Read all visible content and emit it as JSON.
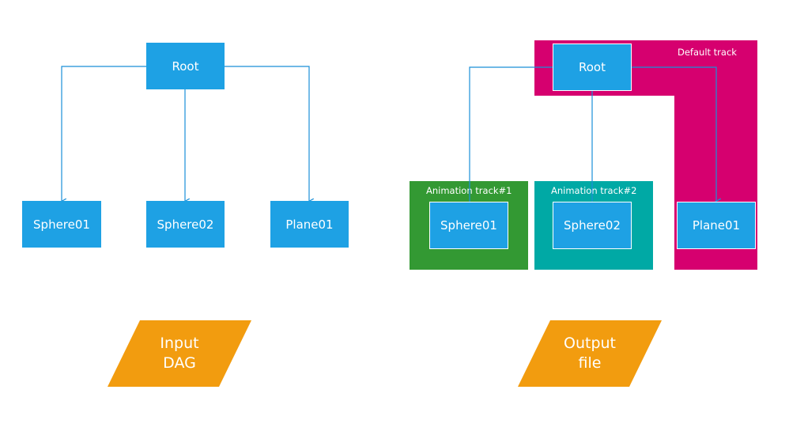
{
  "colors": {
    "node_blue": "#1ea1e4",
    "connector_blue": "#1a8fd8",
    "default_track_magenta": "#d6006f",
    "animation_track1_green": "#339933",
    "animation_track2_teal": "#00a9a5",
    "io_orange": "#f29c0f"
  },
  "input_dag": {
    "root": "Root",
    "children": [
      "Sphere01",
      "Sphere02",
      "Plane01"
    ],
    "shape_label_line1": "Input",
    "shape_label_line2": "DAG"
  },
  "output_file": {
    "root": "Root",
    "default_track_label": "Default track",
    "animation_track_1_label": "Animation track#1",
    "animation_track_2_label": "Animation track#2",
    "children": [
      "Sphere01",
      "Sphere02",
      "Plane01"
    ],
    "shape_label_line1": "Output",
    "shape_label_line2": "file"
  }
}
